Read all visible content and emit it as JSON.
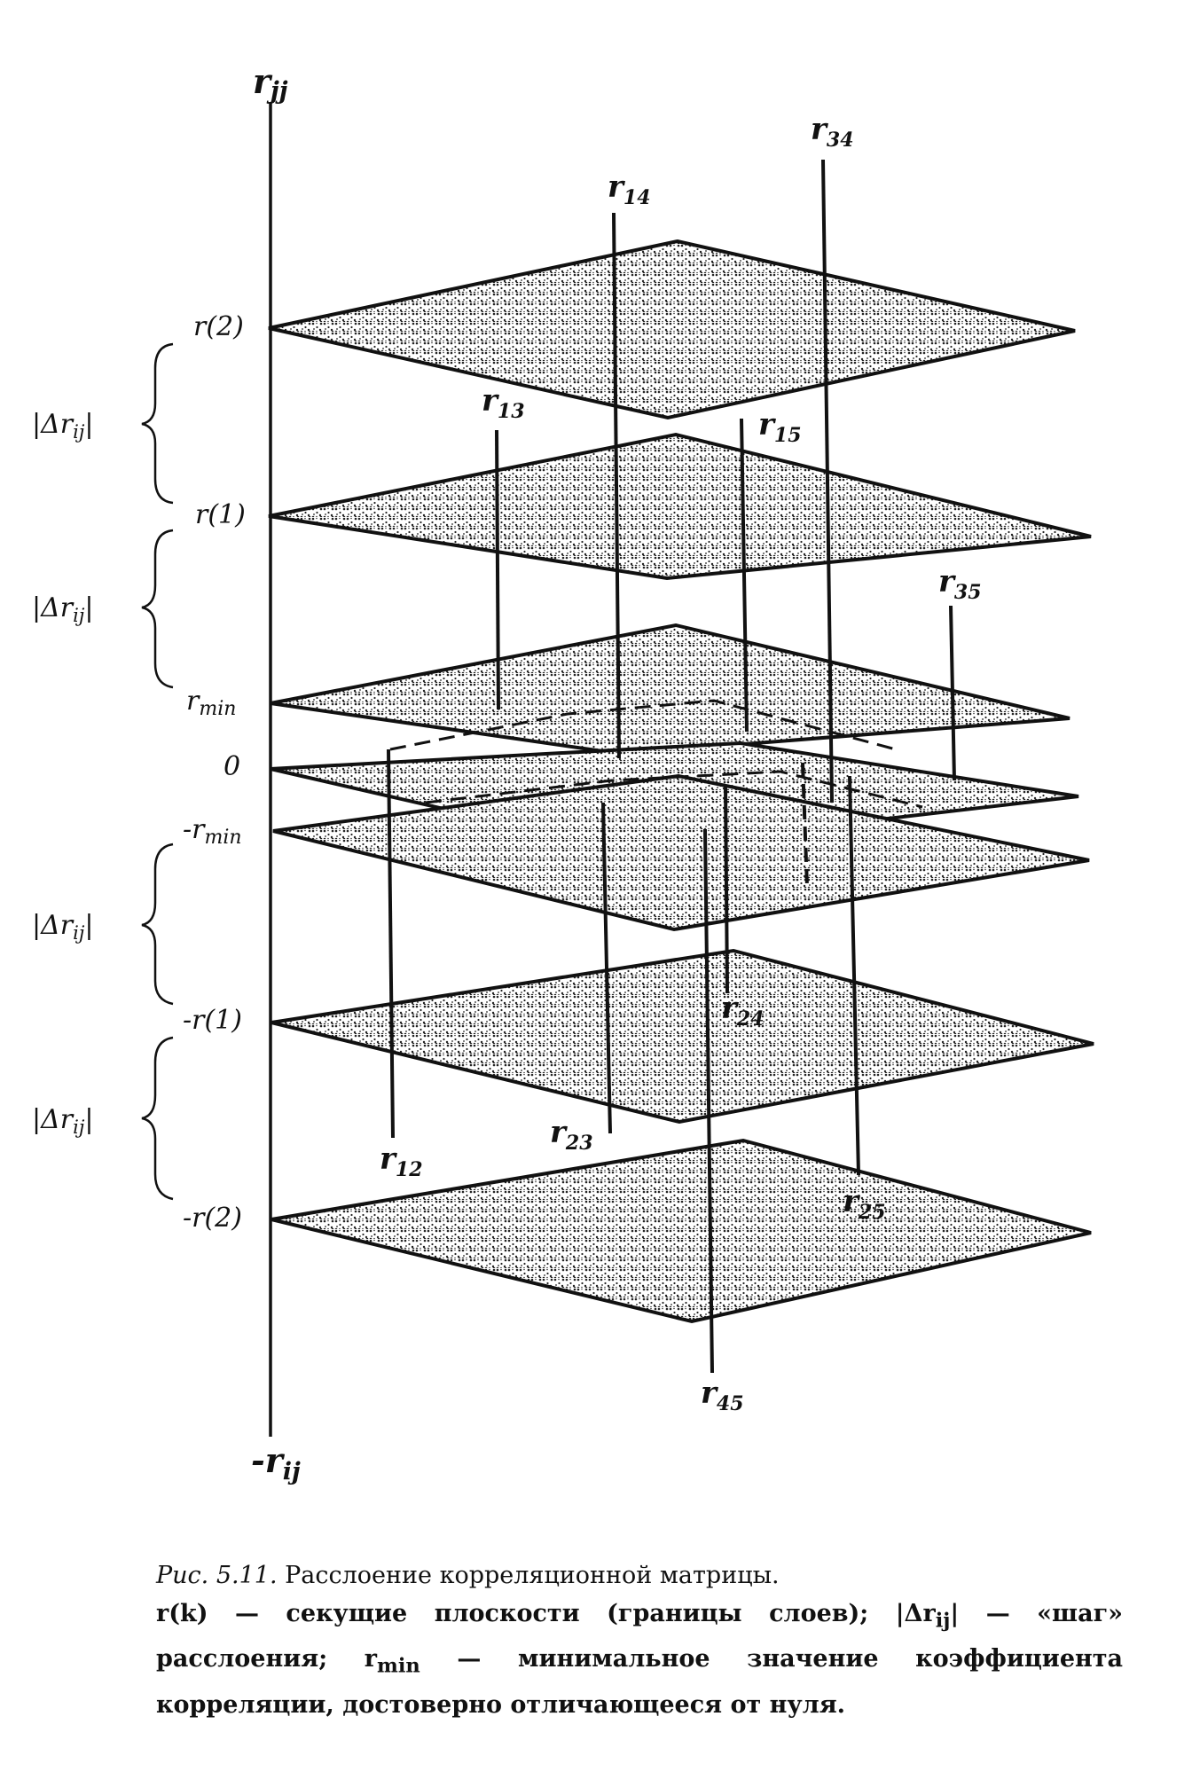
{
  "axis": {
    "top_label_main": "r",
    "top_label_sub": "jj",
    "bottom_label_main": "-r",
    "bottom_label_sub": "ij"
  },
  "planes": [
    {
      "id": "r2",
      "label": "r(2)"
    },
    {
      "id": "r1",
      "label": "r(1)"
    },
    {
      "id": "rmin",
      "label_main": "r",
      "label_sub": "min"
    },
    {
      "id": "zero",
      "label": "0"
    },
    {
      "id": "neg-rmin",
      "label_main": "-r",
      "label_sub": "min"
    },
    {
      "id": "neg-r1",
      "label": "-r(1)"
    },
    {
      "id": "neg-r2",
      "label": "-r(2)"
    }
  ],
  "braces": [
    {
      "text_main": "|Δr",
      "text_sub": "ij",
      "text_end": "|"
    },
    {
      "text_main": "|Δr",
      "text_sub": "ij",
      "text_end": "|"
    },
    {
      "text_main": "|Δr",
      "text_sub": "ij",
      "text_end": "|"
    },
    {
      "text_main": "|Δr",
      "text_sub": "ij",
      "text_end": "|"
    }
  ],
  "vectors": [
    {
      "main": "r",
      "sub": "34"
    },
    {
      "main": "r",
      "sub": "14"
    },
    {
      "main": "r",
      "sub": "13"
    },
    {
      "main": "r",
      "sub": "15"
    },
    {
      "main": "r",
      "sub": "35"
    },
    {
      "main": "r",
      "sub": "24"
    },
    {
      "main": "r",
      "sub": "23"
    },
    {
      "main": "r",
      "sub": "12"
    },
    {
      "main": "r",
      "sub": "25"
    },
    {
      "main": "r",
      "sub": "45"
    }
  ],
  "caption": {
    "fig_number": "Рис. 5.11.",
    "title": "Расслоение корреляционной матрицы.",
    "desc_1": "r(k) — секущие плоскости (границы слоев); |Δr",
    "desc_1_sub": "ij",
    "desc_2": "| — «шаг» расслоения; r",
    "desc_2_sub": "min",
    "desc_3": " — минимальное значение коэффициента корреляции, достоверно отличающееся от нуля."
  }
}
